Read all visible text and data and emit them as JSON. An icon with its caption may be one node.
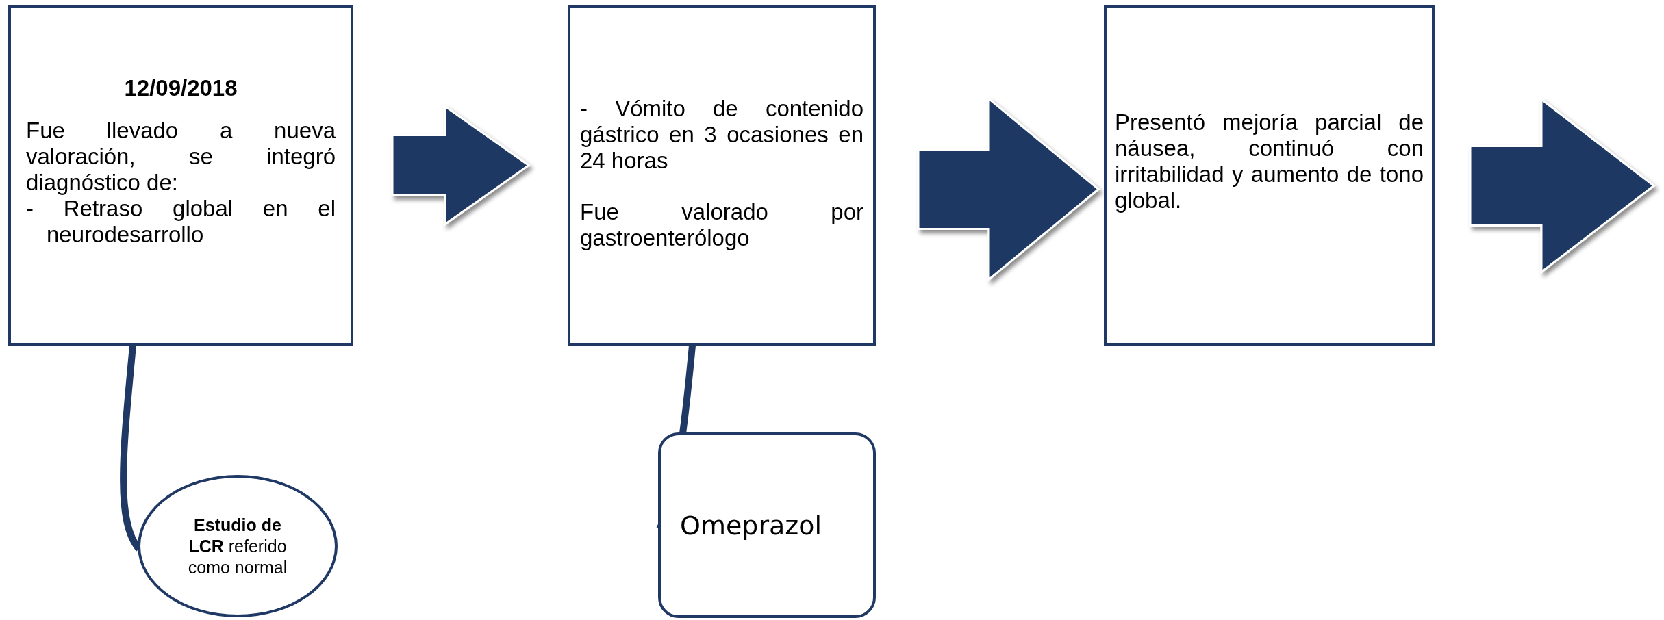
{
  "diagram": {
    "nodes": [
      {
        "text": [
          "12/09/2018",
          "Fue llevado a nueva valoración, se integró diagnóstico de:",
          "- Retraso global en el neurodesarrollo"
        ]
      },
      {
        "text": [
          "- Vómito de contenido gástrico en 3 ocasiones en 24 horas",
          "Fue valorado por gastroenterólogo"
        ]
      },
      {
        "text": [
          "Presentó mejoría parcial de náusea, continuó con irritabilidad y aumento de tono global."
        ]
      },
      {
        "text": [
          "**Estudio de LCR** referido como normal"
        ]
      },
      {
        "text": [
          "Omeprazol"
        ]
      }
    ],
    "edges": [
      {
        "from": 0,
        "to": 1,
        "arrow": "to"
      },
      {
        "from": 1,
        "to": 2,
        "arrow": "to"
      },
      {
        "from": 2,
        "to": null,
        "arrow": "to"
      },
      {
        "from": 0,
        "to": 3,
        "arrow": "none"
      },
      {
        "from": 1,
        "to": 4,
        "arrow": "none"
      }
    ]
  }
}
